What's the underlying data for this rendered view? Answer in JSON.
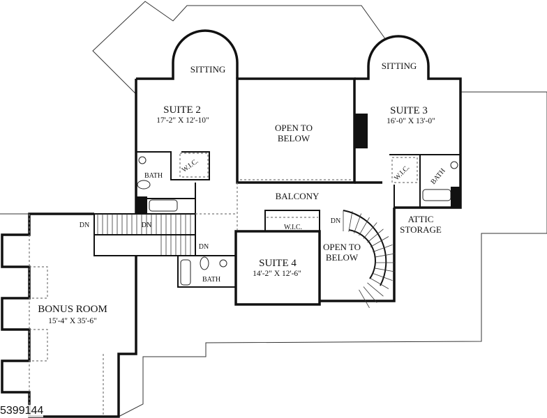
{
  "rooms": {
    "suite2": {
      "name": "SUITE 2",
      "dims": "17'-2\" X 12'-10\""
    },
    "suite3": {
      "name": "SUITE 3",
      "dims": "16'-0\" X 13'-0\""
    },
    "suite4": {
      "name": "SUITE 4",
      "dims": "14'-2\" X 12'-6\""
    },
    "bonus": {
      "name": "BONUS ROOM",
      "dims": "15'-4\" X 35'-6\""
    },
    "sitting_left": "SITTING",
    "sitting_right": "SITTING",
    "open_center": [
      "OPEN TO",
      "BELOW"
    ],
    "open_stair": [
      "OPEN TO",
      "BELOW"
    ],
    "balcony": "BALCONY",
    "attic": [
      "ATTIC",
      "STORAGE"
    ],
    "bath_left": "BATH",
    "bath_right": "BATH",
    "bath_lower": "BATH",
    "wic_left": "W.I.C.",
    "wic_right": "W.I.C.",
    "wic_suite4": "W.I.C.",
    "dn_labels": [
      "DN",
      "DN",
      "DN",
      "DN"
    ]
  },
  "listing_id": "5399144"
}
